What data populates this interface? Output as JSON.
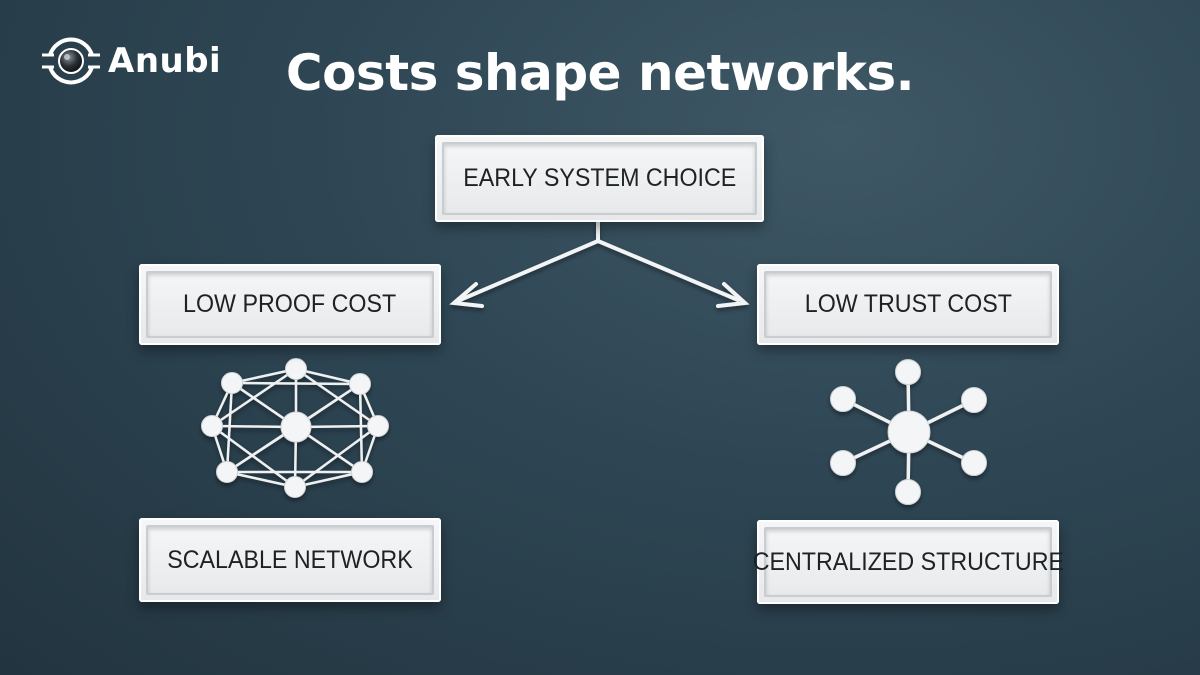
{
  "brand": {
    "name": "Anubi",
    "logo_icon": "anubi-logo-icon"
  },
  "title": "Costs shape networks.",
  "diagram": {
    "root": {
      "label": "EARLY SYSTEM CHOICE"
    },
    "branches": [
      {
        "label": "LOW PROOF COST",
        "network_icon": "mesh-network-icon",
        "outcome": "SCALABLE NETWORK"
      },
      {
        "label": "LOW TRUST COST",
        "network_icon": "hub-network-icon",
        "outcome": "CENTRALIZED STRUCTURE"
      }
    ]
  },
  "colors": {
    "background": "#2e4654",
    "box_fill": "#eef0f1",
    "box_text": "#1d2226",
    "lines": "#f2f4f5",
    "title_text": "#ffffff"
  }
}
